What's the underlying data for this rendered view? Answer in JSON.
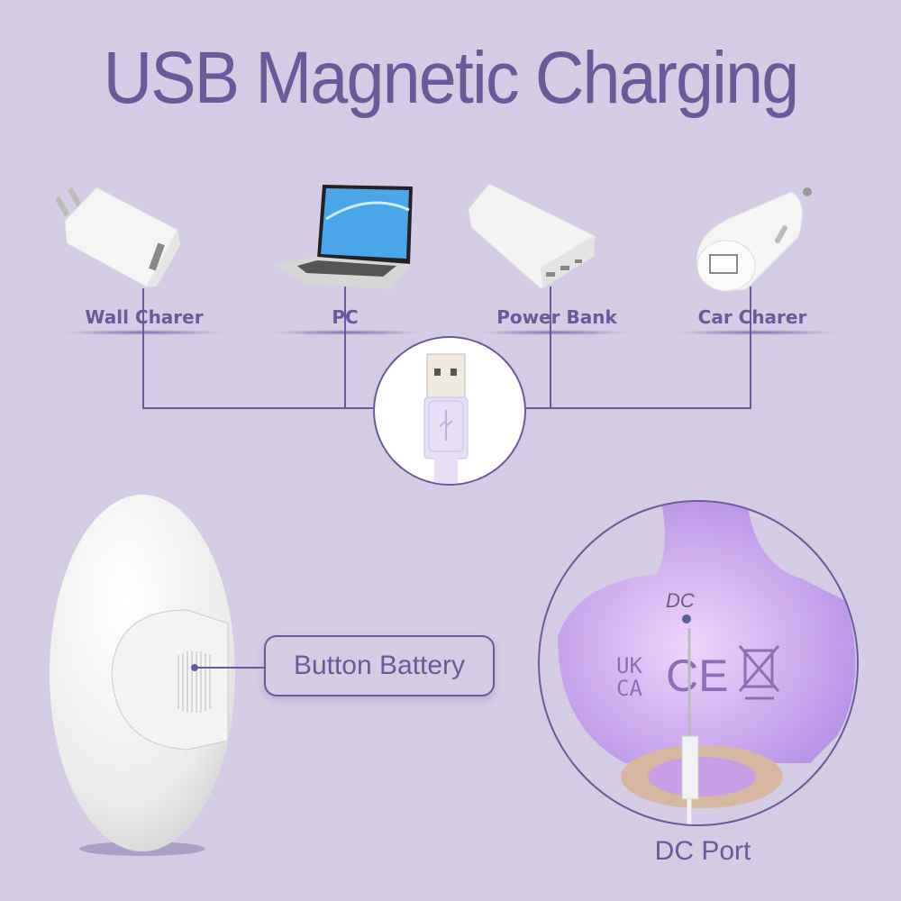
{
  "title": "USB Magnetic Charging",
  "devices": [
    {
      "label": "Wall Charer",
      "icon": "wall-charger-icon"
    },
    {
      "label": "PC",
      "icon": "laptop-icon"
    },
    {
      "label": "Power Bank",
      "icon": "power-bank-icon"
    },
    {
      "label": "Car Charer",
      "icon": "car-charger-icon"
    }
  ],
  "usb_connector": {
    "icon": "usb-plug-icon"
  },
  "battery": {
    "callout_label": "Button Battery"
  },
  "dc_port": {
    "label": "DC Port",
    "engraved_text": "DC",
    "marks": [
      "UK CA",
      "CE",
      "WEEE"
    ]
  },
  "colors": {
    "background": "#d4cbe5",
    "accent": "#6b5a9a"
  }
}
